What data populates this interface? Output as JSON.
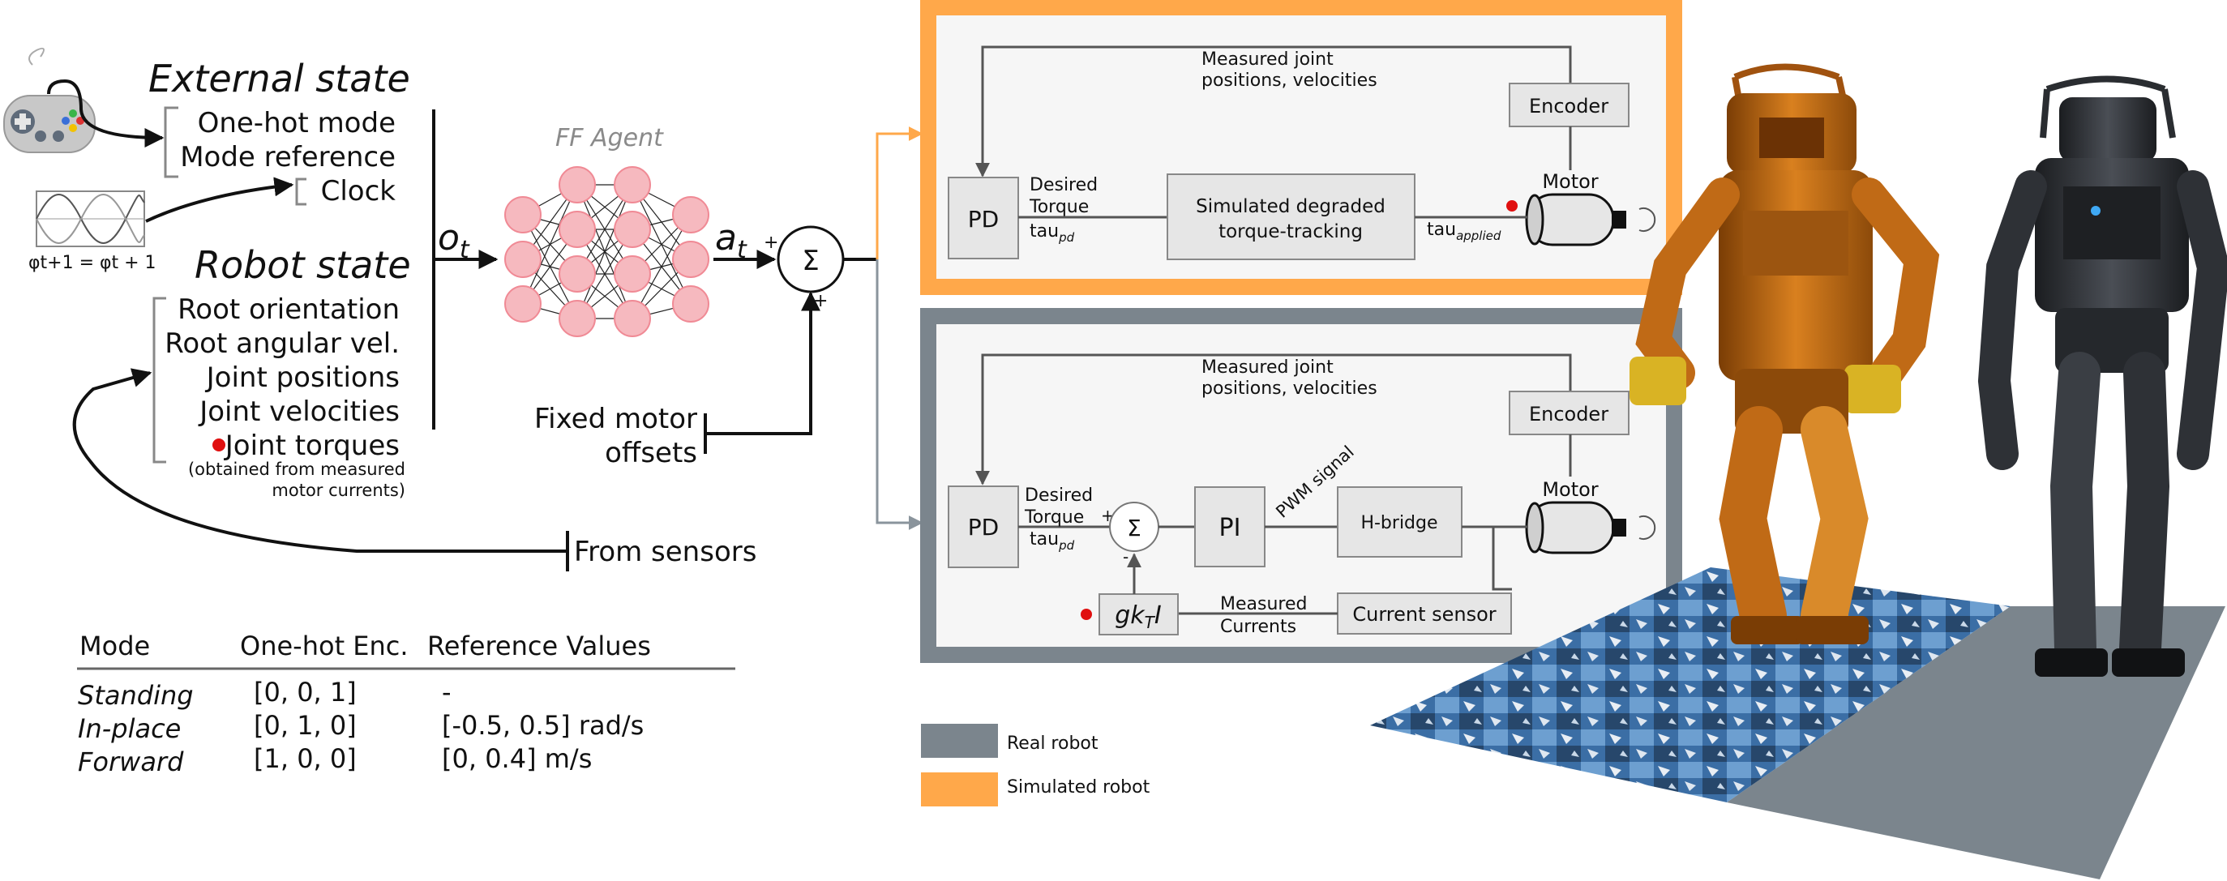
{
  "inputs": {
    "external_state_title": "External state",
    "external_items": [
      "One-hot mode",
      "Mode reference"
    ],
    "clock_label": "Clock",
    "phase_update": "φt+1 = φt + 1",
    "robot_state_title": "Robot state",
    "robot_items": [
      "Root orientation",
      "Root angular vel.",
      "Joint positions",
      "Joint velocities",
      "Joint torques"
    ],
    "torque_note_line1": "(obtained from measured",
    "torque_note_line2": "motor currents)",
    "from_sensors": "From sensors"
  },
  "agent": {
    "title": "FF Agent",
    "obs_label": "o",
    "obs_sub": "t",
    "act_label": "a",
    "act_sub": "t",
    "sum_symbol": "Σ",
    "plus": "+",
    "offset_line1": "Fixed motor",
    "offset_line2": "offsets"
  },
  "sim_panel": {
    "feedback_line1": "Measured joint",
    "feedback_line2": "positions, velocities",
    "encoder": "Encoder",
    "motor": "Motor",
    "pd": "PD",
    "desired_line1": "Desired",
    "desired_line2": "Torque",
    "tau_pd_main": "tau",
    "tau_pd_sub": "pd",
    "degraded_line1": "Simulated degraded",
    "degraded_line2": "torque-tracking",
    "tau_applied_main": "tau",
    "tau_applied_sub": "applied"
  },
  "real_panel": {
    "feedback_line1": "Measured joint",
    "feedback_line2": "positions, velocities",
    "encoder": "Encoder",
    "motor": "Motor",
    "pd": "PD",
    "desired_line1": "Desired",
    "desired_line2": "Torque",
    "tau_pd_main": "tau",
    "tau_pd_sub": "pd",
    "sum_symbol": "Σ",
    "plus": "+",
    "minus": "-",
    "pi": "PI",
    "pwm": "PWM signal",
    "hbridge": "H-bridge",
    "current_sensor": "Current sensor",
    "measured_line1": "Measured",
    "measured_line2": "Currents",
    "gain_g": "gk",
    "gain_sub": "T",
    "gain_i": "I"
  },
  "legend": {
    "real": "Real robot",
    "sim": "Simulated robot"
  },
  "mode_table": {
    "headers": [
      "Mode",
      "One-hot Enc.",
      "Reference Values"
    ],
    "rows": [
      {
        "mode": "Standing",
        "enc": "[0, 0, 1]",
        "ref": "-"
      },
      {
        "mode": "In-place",
        "enc": "[0, 1, 0]",
        "ref": "[-0.5, 0.5] rad/s"
      },
      {
        "mode": "Forward",
        "enc": "[1, 0, 0]",
        "ref": "[0, 0.4] m/s"
      }
    ]
  },
  "colors": {
    "sim_orange": "#ffa84a",
    "real_gray": "#7b858d",
    "nn_node": "#f6b9bf",
    "marker_red": "#e01010",
    "panel_bg": "#f6f6f6"
  }
}
